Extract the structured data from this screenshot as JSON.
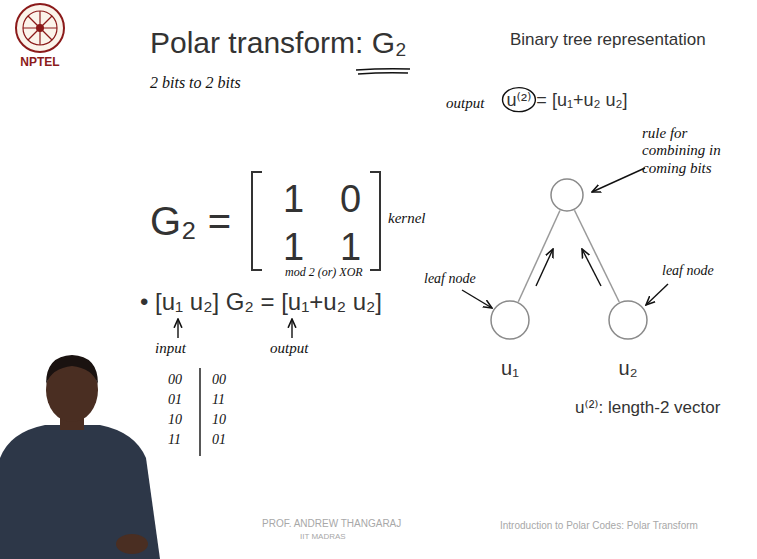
{
  "diagram": {
    "title": "Polar transform: G₂",
    "nodes": [
      {
        "text": [
          "u⁽²⁾ = [u₁+u₂ u₂]"
        ]
      },
      {
        "text": [
          "u₁"
        ]
      },
      {
        "text": [
          "u₂"
        ]
      }
    ],
    "edges": [
      {
        "from": 1,
        "to": 0,
        "arrow": "none"
      },
      {
        "from": 2,
        "to": 0,
        "arrow": "none"
      }
    ],
    "labels": [
      "NPTEL",
      "2 bits to 2 bits",
      "G₂ =",
      "1",
      "0",
      "1",
      "1",
      "kernel",
      "mod 2 (or) XOR",
      "• [u₁ u₂] G₂ = [u₁+u₂ u₂]",
      "input",
      "output",
      "00",
      "00",
      "01",
      "11",
      "10",
      "10",
      "11",
      "01",
      "Binary tree representation",
      "output",
      "rule for combining in coming bits",
      "leaf node",
      "leaf node",
      "u⁽²⁾: length-2 vector",
      "PROF. ANDREW THANGARAJ",
      "IIT MADRAS",
      "Introduction to Polar Codes: Polar Transform"
    ]
  }
}
